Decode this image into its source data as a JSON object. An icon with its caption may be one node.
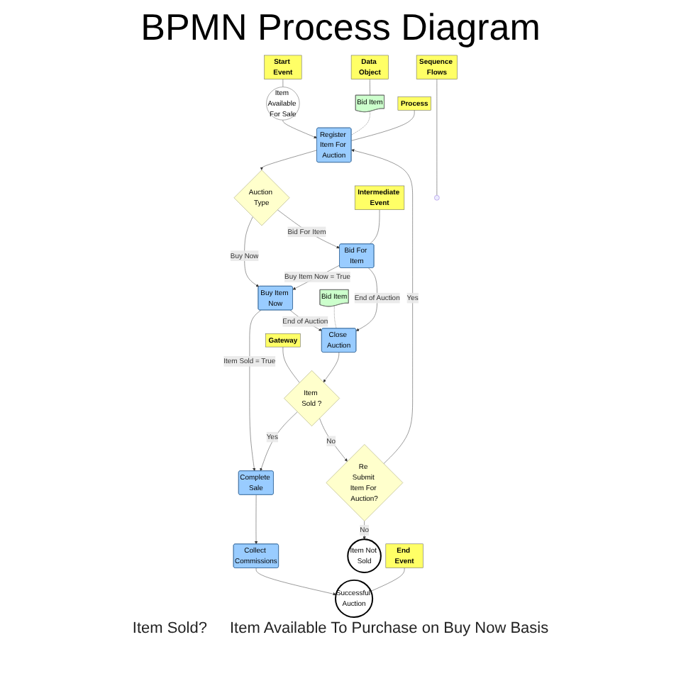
{
  "diagram": {
    "title": "BPMN Process Diagram",
    "nodes": [
      {
        "text": [
          "Item Available For Sale"
        ]
      },
      {
        "text": [
          "Register Item For Auction"
        ]
      },
      {
        "text": [
          "Auction Type"
        ]
      },
      {
        "text": [
          "Buy Item Now"
        ]
      },
      {
        "text": [
          "Bid For Item"
        ]
      },
      {
        "text": [
          "Close Auction"
        ]
      },
      {
        "text": [
          "Item Sold ?"
        ]
      },
      {
        "text": [
          "Re Submit Item For Auction?"
        ]
      },
      {
        "text": [
          "Complete Sale"
        ]
      },
      {
        "text": [
          "Collect Commissions"
        ]
      },
      {
        "text": [
          "Successful Auction"
        ]
      },
      {
        "text": [
          "Item Not Sold"
        ]
      },
      {
        "text": [
          "Bid Item"
        ]
      },
      {
        "text": [
          "Bid Item"
        ]
      },
      {
        "text": [
          "Data Object"
        ]
      },
      {
        "text": [
          "Sequence Flows"
        ]
      },
      {
        "text": [
          "Start Event"
        ]
      },
      {
        "text": [
          "Process"
        ]
      },
      {
        "text": [
          "Intermediate Event"
        ]
      },
      {
        "text": [
          "Gateway"
        ]
      },
      {
        "text": [
          "End Event"
        ]
      }
    ],
    "edges": [
      {
        "from": 0,
        "to": 1,
        "arrow": "to"
      },
      {
        "from": 1,
        "to": 2,
        "arrow": "to"
      },
      {
        "from": 2,
        "to": 3,
        "arrow": "to",
        "label": "Buy Now"
      },
      {
        "from": 2,
        "to": 4,
        "arrow": "to",
        "label": "Bid For Item"
      },
      {
        "from": 3,
        "to": 8,
        "arrow": "to",
        "label": "Item Sold = True"
      },
      {
        "from": 3,
        "to": 5,
        "arrow": "to",
        "label": "End of Auction"
      },
      {
        "from": 4,
        "to": 3,
        "arrow": "to",
        "label": "Buy Item Now = True"
      },
      {
        "from": 4,
        "to": 5,
        "arrow": "to",
        "label": "End of Auction"
      },
      {
        "from": 5,
        "to": 6,
        "arrow": "to"
      },
      {
        "from": 6,
        "to": 8,
        "arrow": "to",
        "label": "Yes"
      },
      {
        "from": 6,
        "to": 7,
        "arrow": "to",
        "label": "No"
      },
      {
        "from": 7,
        "to": 11,
        "arrow": "to",
        "label": "No"
      },
      {
        "from": 7,
        "to": 1,
        "arrow": "to",
        "label": "Yes"
      },
      {
        "from": 8,
        "to": 9,
        "arrow": "to"
      },
      {
        "from": 9,
        "to": 10,
        "arrow": "to"
      },
      {
        "from": 12,
        "to": 1,
        "arrow": "none",
        "style": "dashed"
      },
      {
        "from": 13,
        "to": 5,
        "arrow": "none",
        "style": "dashed"
      },
      {
        "from": 14,
        "to": 12,
        "arrow": "none"
      },
      {
        "from": 15,
        "to": null,
        "arrow": "none"
      },
      {
        "from": 16,
        "to": 0,
        "arrow": "none"
      },
      {
        "from": 17,
        "to": 1,
        "arrow": "none"
      },
      {
        "from": 18,
        "to": 4,
        "arrow": "none"
      },
      {
        "from": 19,
        "to": 6,
        "arrow": "none"
      },
      {
        "from": 20,
        "to": 10,
        "arrow": "none"
      }
    ],
    "labels": [
      "Item Sold?",
      "Item Available To Purchase on Buy Now Basis"
    ]
  }
}
